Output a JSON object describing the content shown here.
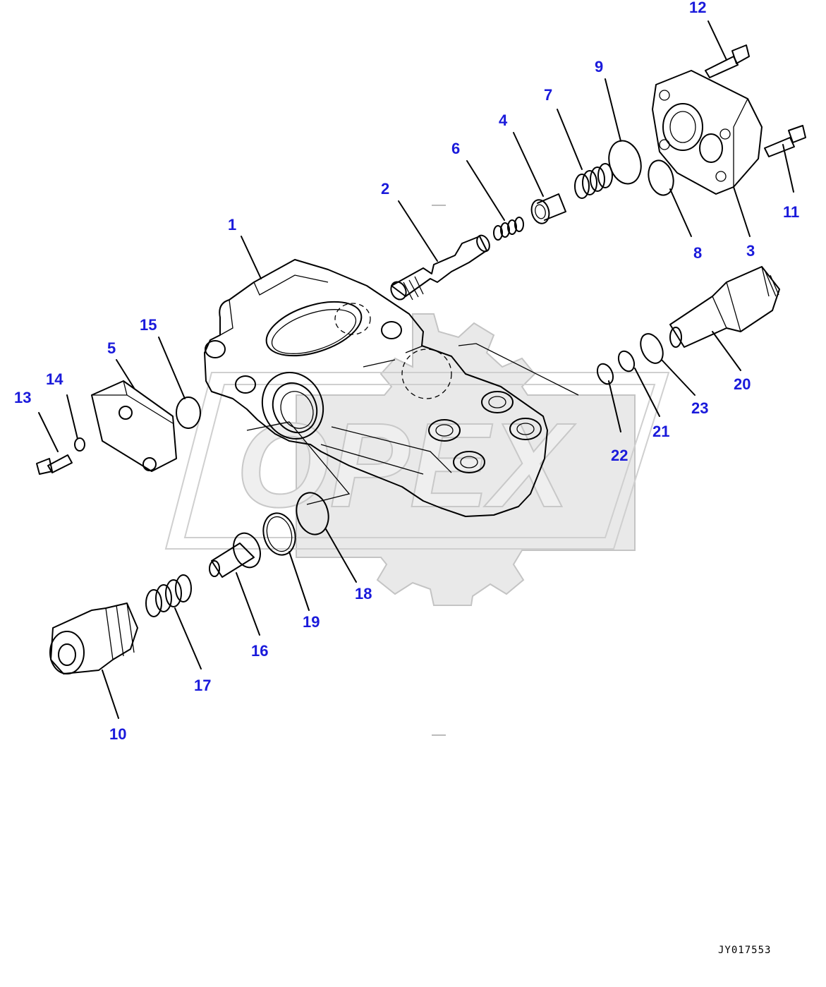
{
  "drawing_code": "JY017553",
  "watermark": "OPEX",
  "label_color": "#1a1adb",
  "parts": [
    {
      "id": "p1",
      "number": "1"
    },
    {
      "id": "p2",
      "number": "2"
    },
    {
      "id": "p3",
      "number": "3"
    },
    {
      "id": "p4",
      "number": "4"
    },
    {
      "id": "p5",
      "number": "5"
    },
    {
      "id": "p6",
      "number": "6"
    },
    {
      "id": "p7",
      "number": "7"
    },
    {
      "id": "p8",
      "number": "8"
    },
    {
      "id": "p9",
      "number": "9"
    },
    {
      "id": "p10",
      "number": "10"
    },
    {
      "id": "p11",
      "number": "11"
    },
    {
      "id": "p12",
      "number": "12"
    },
    {
      "id": "p13",
      "number": "13"
    },
    {
      "id": "p14",
      "number": "14"
    },
    {
      "id": "p15",
      "number": "15"
    },
    {
      "id": "p16",
      "number": "16"
    },
    {
      "id": "p17",
      "number": "17"
    },
    {
      "id": "p18",
      "number": "18"
    },
    {
      "id": "p19",
      "number": "19"
    },
    {
      "id": "p20",
      "number": "20"
    },
    {
      "id": "p21",
      "number": "21"
    },
    {
      "id": "p22",
      "number": "22"
    },
    {
      "id": "p23",
      "number": "23"
    }
  ]
}
